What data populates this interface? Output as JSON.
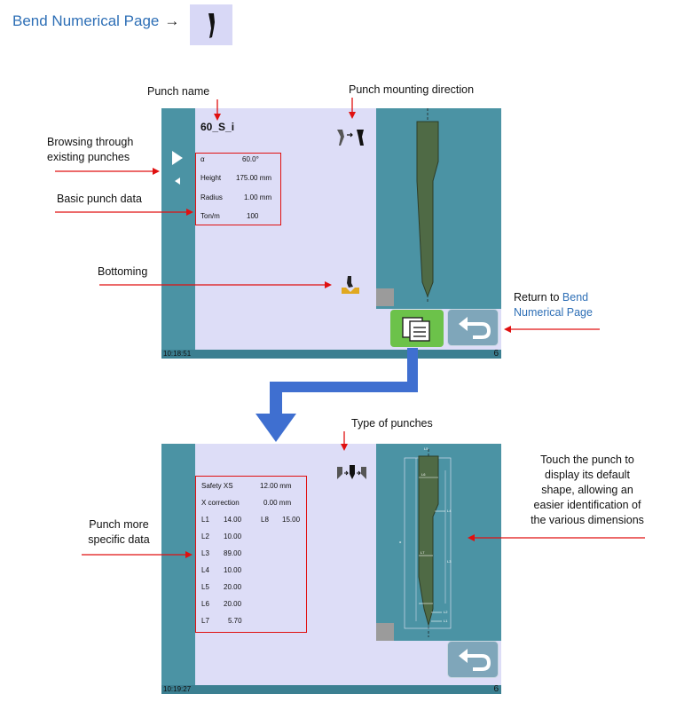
{
  "header": {
    "title": "Bend Numerical Page",
    "arrow": "→",
    "thumb_icon": "punch-profile-icon"
  },
  "annotations": {
    "punch_name": "Punch name",
    "punch_mounting_direction": "Punch mounting direction",
    "browsing_line1": "Browsing through",
    "browsing_line2": "existing punches",
    "basic_punch_data": "Basic punch data",
    "bottoming": "Bottoming",
    "return_to": "Return to",
    "bend_line1": "Bend",
    "bend_line2": "Numerical Page",
    "type_of_punches": "Type of punches",
    "touch_line1": "Touch the punch to",
    "touch_line2": "display its default",
    "touch_line3": "shape, allowing an",
    "touch_line4": "easier identification of",
    "touch_line5": "the various dimensions",
    "more_line1": "Punch more",
    "more_line2": "specific data"
  },
  "screen1": {
    "punch_name": "60_S_i",
    "time": "10:18:51",
    "corner_digit": "6",
    "fields": [
      {
        "label": "α",
        "value": "60.0°"
      },
      {
        "label": "Height",
        "value": "175.00 mm"
      },
      {
        "label": "Radius",
        "value": "1.00 mm"
      },
      {
        "label": "Ton/m",
        "value": "100"
      }
    ]
  },
  "screen2": {
    "time": "10:19:27",
    "corner_digit": "6",
    "safety_label": "Safety XS",
    "safety_value": "12.00 mm",
    "xcorr_label": "X correction",
    "xcorr_value": "0.00 mm",
    "l8_label": "L8",
    "l8_value": "15.00",
    "lengths": [
      {
        "label": "L1",
        "value": "14.00"
      },
      {
        "label": "L2",
        "value": "10.00"
      },
      {
        "label": "L3",
        "value": "89.00"
      },
      {
        "label": "L4",
        "value": "10.00"
      },
      {
        "label": "L5",
        "value": "20.00"
      },
      {
        "label": "L6",
        "value": "20.00"
      },
      {
        "label": "L7",
        "value": "5.70"
      }
    ],
    "diagram_labels": [
      "L5",
      "L6",
      "L4",
      "L3",
      "L7",
      "L2",
      "L1",
      "α"
    ]
  },
  "colors": {
    "accent": "#2e6fb6",
    "annotation_red": "#e01010",
    "screen_teal": "#4b93a4",
    "screen_bg": "#ddddf7",
    "punch_green": "#4f6a45",
    "flow_arrow": "#3f6fd0"
  }
}
